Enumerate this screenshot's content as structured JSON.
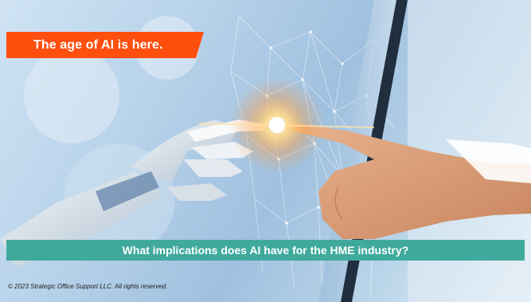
{
  "slide": {
    "title": "The age of AI is here.",
    "subtitle": "What implications does AI have for the HME industry?",
    "copyright": "© 2023 Strategic Office Support LLC.  All rights reserved.",
    "colors": {
      "title_banner": "#ff4f0f",
      "subtitle_band": "#3faa9c",
      "background": "#b7d2ea"
    }
  }
}
